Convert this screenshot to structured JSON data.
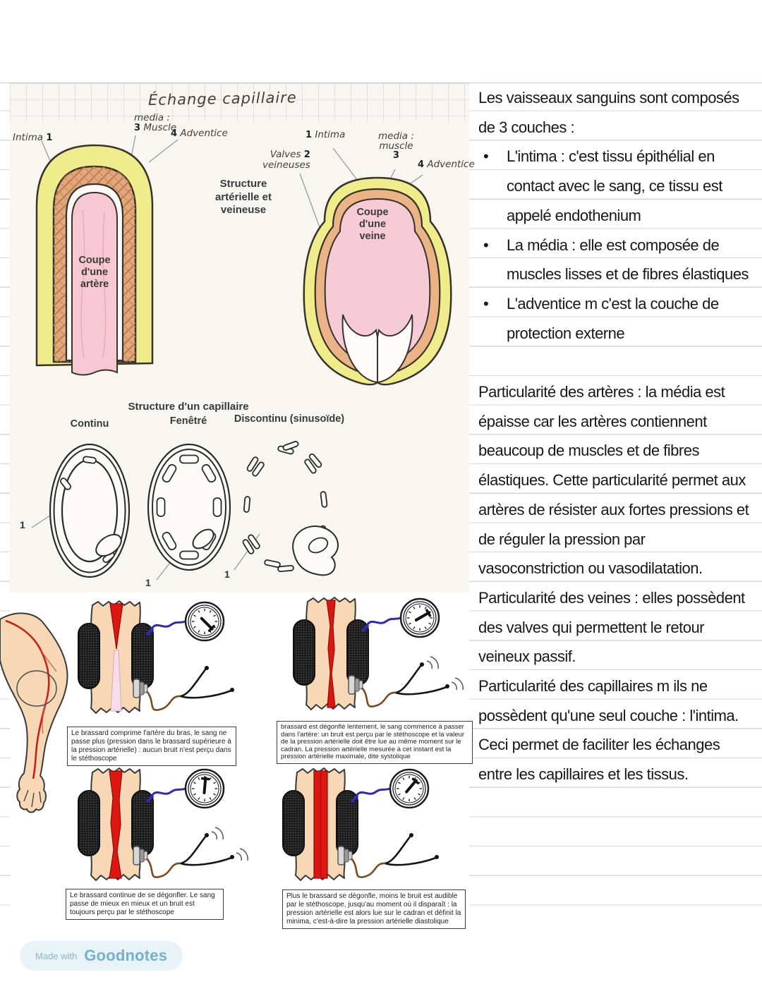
{
  "scan": {
    "title": "Échange capillaire",
    "center_caption": "Structure artérielle et veineuse",
    "artery": {
      "intima_word": "Intima",
      "intima_num": "1",
      "media_line1": "media :",
      "media_num": "3",
      "media_word": "Muscle",
      "adv_num": "4",
      "adv_word": "Adventice",
      "caption": "Coupe d'une artère"
    },
    "vein": {
      "intima_num": "1",
      "intima_word": "Intima",
      "valves_word": "Valves",
      "valves_num": "2",
      "valves_line2": "veineuses",
      "media_line1": "media :",
      "media_line2": "muscle",
      "media_num": "3",
      "adv_num": "4",
      "adv_word": "Adventice",
      "caption": "Coupe d'une veine"
    },
    "capillary": {
      "title": "Structure d'un capillaire",
      "continu": "Continu",
      "fenetre": "Fenêtré",
      "discontinu": "Discontinu (sinusoïde)",
      "marker": "1"
    }
  },
  "bp": {
    "box1": "Le brassard comprime l'artère du bras, le sang ne passe plus (pression dans le brassard supérieure à la pression artérielle) : aucun bruit n'est perçu dans le stéthoscope",
    "box2": "brassard est dégonflé lentement, le sang commence à passer dans l'artère: un bruit est perçu par le stéthoscope et la valeur de la pression artérielle doit être lue au même moment sur le cadran. La pression artérielle mesurée à cet instant est la pression artérielle maximale, dite systolique",
    "box3": "Le brassard continue de se dégonfler. Le sang passe de mieux en mieux et un bruit est toujours perçu par le stéthoscope",
    "box4": "Plus le brassard se dégonfle, moins le bruit est audible par le stéthoscope, jusqu'au moment où il disparaît : la pression artérielle est alors lue sur le cadran et définit la minima, c'est-à-dire la pression artérielle diastolique"
  },
  "notes": {
    "intro": "Les vaisseaux sanguins sont composés de 3 couches :",
    "bullets": [
      "L'intima : c'est tissu épithélial en contact avec le sang, ce tissu est appelé endothenium",
      "La média : elle est composée de muscles lisses et de fibres élastiques",
      "L'adventice m c'est la couche de protection externe"
    ],
    "para2": "Particularité des artères : la média est épaisse car les artères contiennent beaucoup de muscles et de fibres élastiques. Cette particularité permet aux artères de résister aux fortes pressions et de réguler la pression par vasoconstriction ou vasodilatation.",
    "para3": "Particularité des veines : elles possèdent des valves qui permettent le retour veineux passif.",
    "para4": "Particularité des capillaires m ils ne possèdent qu'une seul couche : l'intima. Ceci permet de faciliter les échanges entre les capillaires et les tissus."
  },
  "footer": {
    "made_with": "Made with",
    "brand": "Goodnotes"
  },
  "colors": {
    "paper": "#f8f6f1",
    "rule": "#d6d7d9",
    "artery_red": "#dc1712",
    "skin": "#f7d8b4",
    "layer_yellow": "#f0ec8c",
    "layer_media": "#e2a87c",
    "lumen_pink": "#f6c8d3",
    "tube_blue": "#2b2bb4",
    "tube_brown": "#7a4a20",
    "goodnotes_blue": "#72b1c9"
  }
}
